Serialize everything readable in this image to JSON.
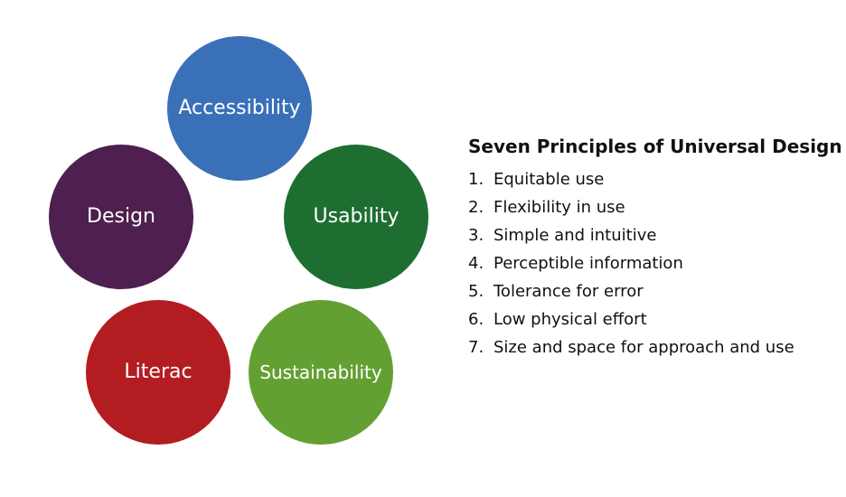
{
  "circles": [
    {
      "label": "Accessibility",
      "color": "#3a70b8"
    },
    {
      "label": "Design",
      "color": "#4e1f4f"
    },
    {
      "label": "Usability",
      "color": "#1f6e31"
    },
    {
      "label": "Literac",
      "color": "#b31d22"
    },
    {
      "label": "Sustainability",
      "color": "#63a033"
    }
  ],
  "panel": {
    "title": "Seven Principles of Universal Design",
    "items": [
      {
        "num": "1.",
        "text": "Equitable use"
      },
      {
        "num": "2.",
        "text": "Flexibility in use"
      },
      {
        "num": "3.",
        "text": "Simple and intuitive"
      },
      {
        "num": "4.",
        "text": "Perceptible information"
      },
      {
        "num": "5.",
        "text": "Tolerance for error"
      },
      {
        "num": "6.",
        "text": "Low physical effort"
      },
      {
        "num": "7.",
        "text": "Size and space for approach and use"
      }
    ]
  }
}
